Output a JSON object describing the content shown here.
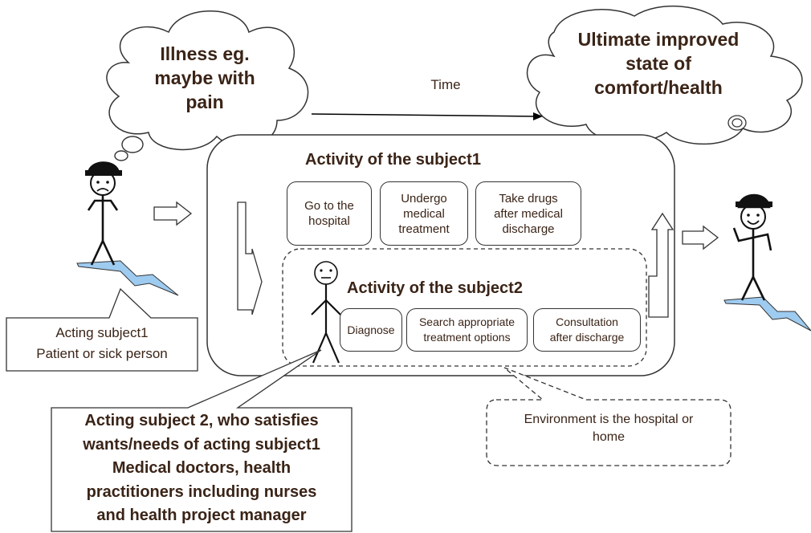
{
  "cloud_illness": {
    "text": "Illness eg.\nmaybe with\npain"
  },
  "cloud_outcome": {
    "text": "Ultimate improved\nstate of\ncomfort/health"
  },
  "time_label": "Time",
  "subject1_activity": {
    "heading": "Activity of the subject1",
    "steps": [
      "Go to the\nhospital",
      "Undergo\nmedical\ntreatment",
      "Take drugs\nafter medical\ndischarge"
    ]
  },
  "subject2_activity": {
    "heading": "Activity of the subject2",
    "steps": [
      "Diagnose",
      "Search appropriate\ntreatment options",
      "Consultation\nafter discharge"
    ]
  },
  "callout_subject1": {
    "text": "Acting subject1\nPatient or sick person"
  },
  "callout_subject2": {
    "text": "Acting subject 2, who satisfies\nwants/needs of acting subject1\nMedical doctors, health\npractitioners including nurses\nand health project manager"
  },
  "callout_environment": {
    "text": "Environment is the hospital or\nhome"
  },
  "colors": {
    "text_brown": "#3a2417",
    "ground_blue": "#9ecbf0",
    "hat": "#111111"
  }
}
